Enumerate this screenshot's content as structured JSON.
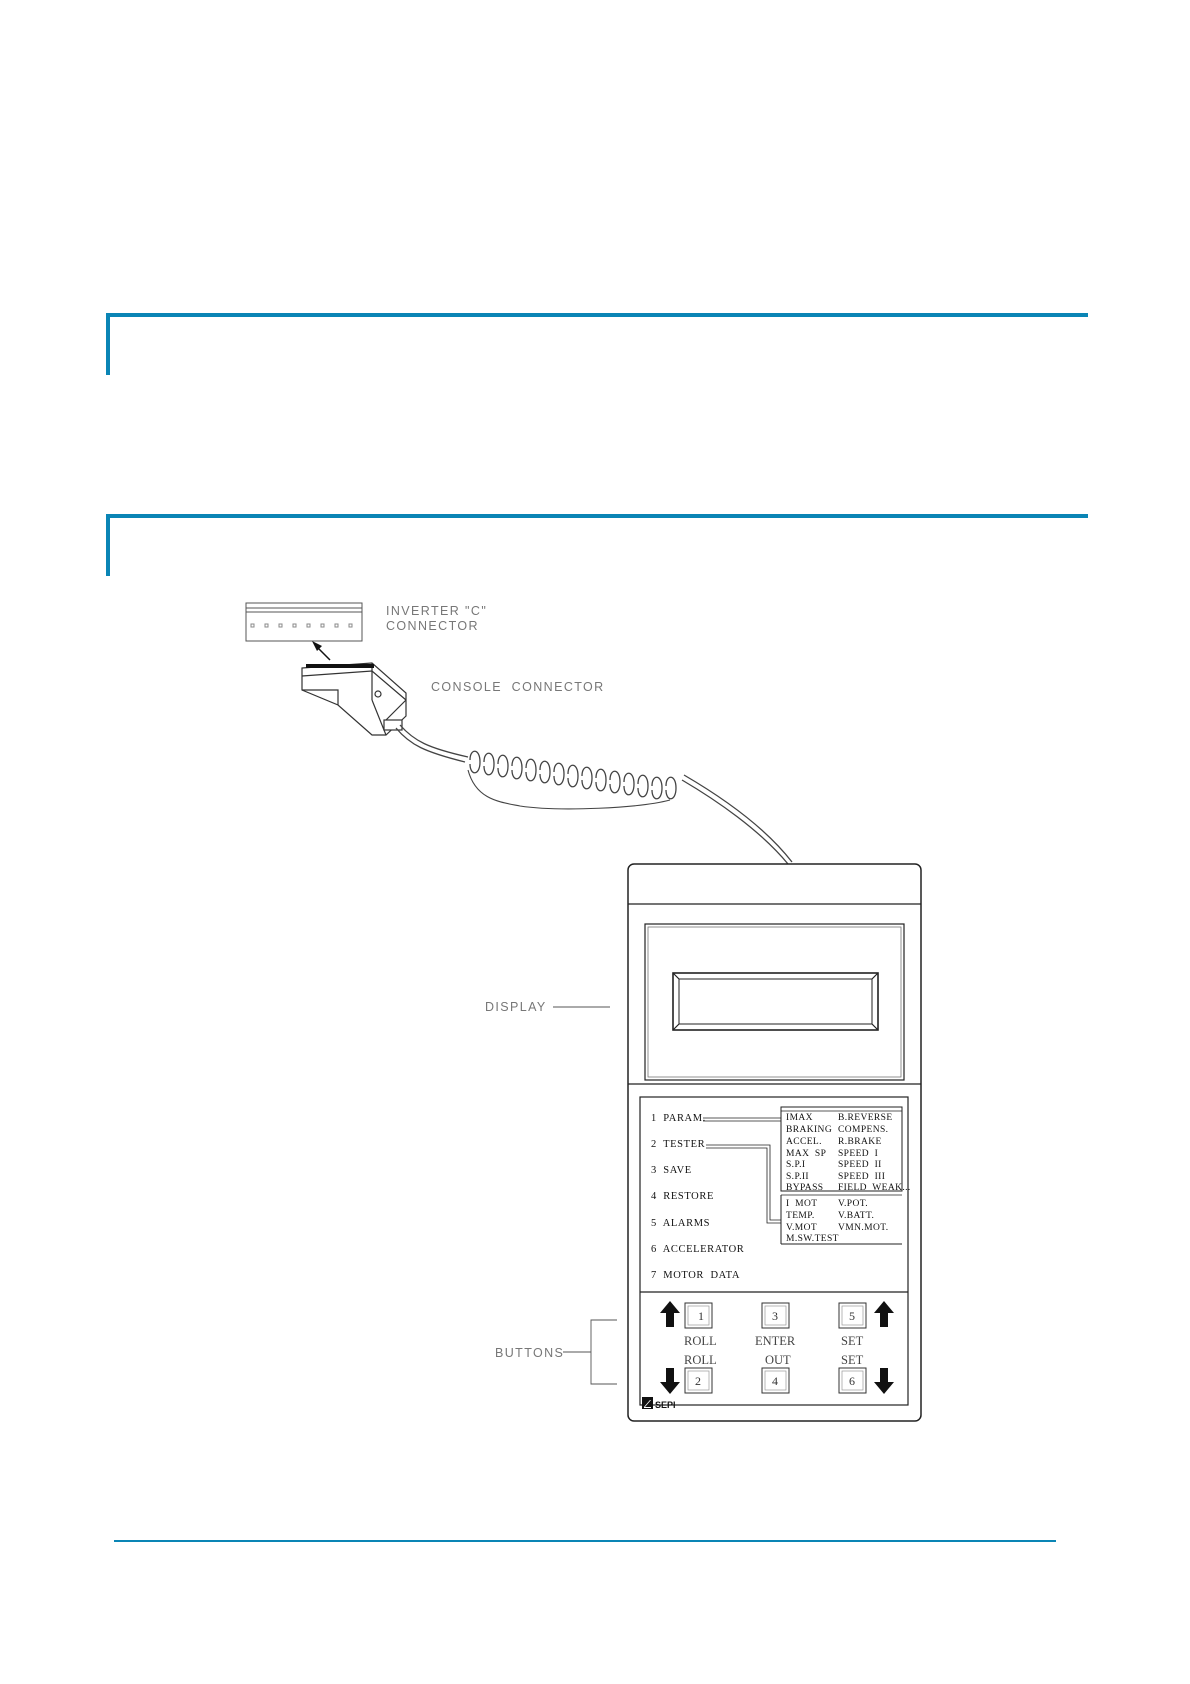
{
  "colors": {
    "accent": "#0a85b5"
  },
  "callouts": {
    "inverter_connector": [
      "INVERTER \"C\"",
      "CONNECTOR"
    ],
    "console_connector": "CONSOLE  CONNECTOR",
    "display": "DISPLAY",
    "buttons": "BUTTONS"
  },
  "menu": {
    "items": [
      "1  PARAM.",
      "2  TESTER",
      "3  SAVE",
      "4  RESTORE",
      "5  ALARMS",
      "6  ACCELERATOR",
      "7  MOTOR  DATA"
    ],
    "param_list": [
      [
        "IMAX",
        "B.REVERSE"
      ],
      [
        "BRAKING",
        "COMPENS."
      ],
      [
        "ACCEL.",
        "R.BRAKE"
      ],
      [
        "MAX  SP",
        "SPEED  I"
      ],
      [
        "S.P.I",
        "SPEED  II"
      ],
      [
        "S.P.II",
        "SPEED  III"
      ],
      [
        "BYPASS",
        "FIELD  WEAK..."
      ]
    ],
    "tester_list": [
      [
        "I  MOT",
        "V.POT."
      ],
      [
        "TEMP.",
        "V.BATT."
      ],
      [
        "V.MOT",
        "VMN.MOT."
      ],
      [
        "M.SW.TEST",
        ""
      ]
    ]
  },
  "keys": {
    "k1": "1",
    "k2": "2",
    "k3": "3",
    "k4": "4",
    "k5": "5",
    "k6": "6",
    "roll_up": "ROLL",
    "roll_down": "ROLL",
    "enter": "ENTER",
    "out": "OUT",
    "set_up": "SET",
    "set_down": "SET"
  },
  "logo_text": "SEPI"
}
